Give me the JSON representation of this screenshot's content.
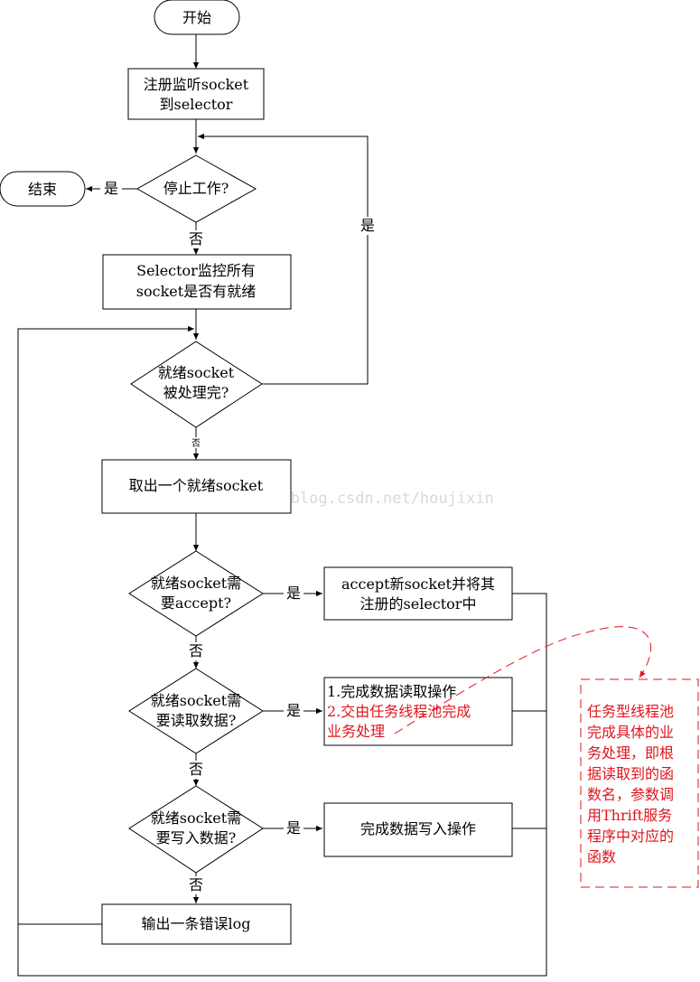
{
  "flowchart": {
    "start": "开始",
    "register": [
      "注册监听socket",
      "到selector"
    ],
    "stop_q": "停止工作?",
    "end": "结束",
    "stop_yes": "是",
    "stop_no": "否",
    "monitor": [
      "Selector监控所有",
      "socket是否有就绪"
    ],
    "done_q": [
      "就绪socket",
      "被处理完?"
    ],
    "done_yes": "是",
    "done_no": "否",
    "take": "取出一个就绪socket",
    "accept_q": [
      "就绪socket需",
      "要accept?"
    ],
    "accept_yes": "是",
    "accept_no": "否",
    "accept_action": [
      "accept新socket并将其",
      "注册的selector中"
    ],
    "read_q": [
      "就绪socket需",
      "要读取数据?"
    ],
    "read_yes": "是",
    "read_no": "否",
    "read_action_1": "1.完成数据读取操作",
    "read_action_2": [
      "2.交由任务线程池完成",
      "业务处理"
    ],
    "write_q": [
      "就绪socket需",
      "要写入数据?"
    ],
    "write_yes": "是",
    "write_no": "否",
    "write_action": "完成数据写入操作",
    "error": "输出一条错误log"
  },
  "note": {
    "lines": [
      "任务型线程池",
      "完成具体的业",
      "务处理，即根",
      "据读取到的函",
      "数名，参数调",
      "用Thrift服务",
      "程序中对应的",
      "函数"
    ],
    "color": "#e0141b"
  },
  "watermark": "http://blog.csdn.net/houjixin"
}
